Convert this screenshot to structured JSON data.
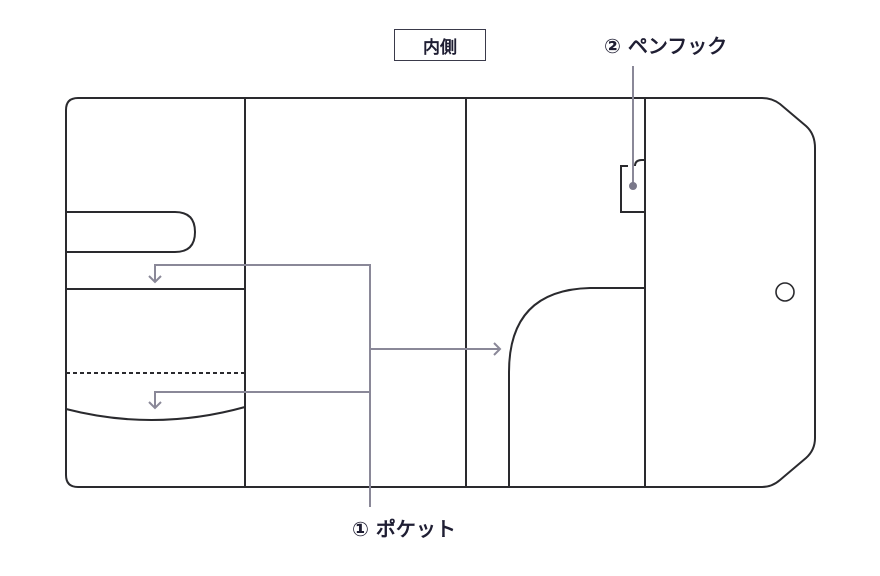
{
  "title": "内側",
  "callouts": [
    {
      "number": "①",
      "label": "ポケット"
    },
    {
      "number": "②",
      "label": "ペンフック"
    }
  ],
  "colors": {
    "outline": "#2a2a2e",
    "leader": "#8a8898",
    "text": "#1f1e33"
  }
}
